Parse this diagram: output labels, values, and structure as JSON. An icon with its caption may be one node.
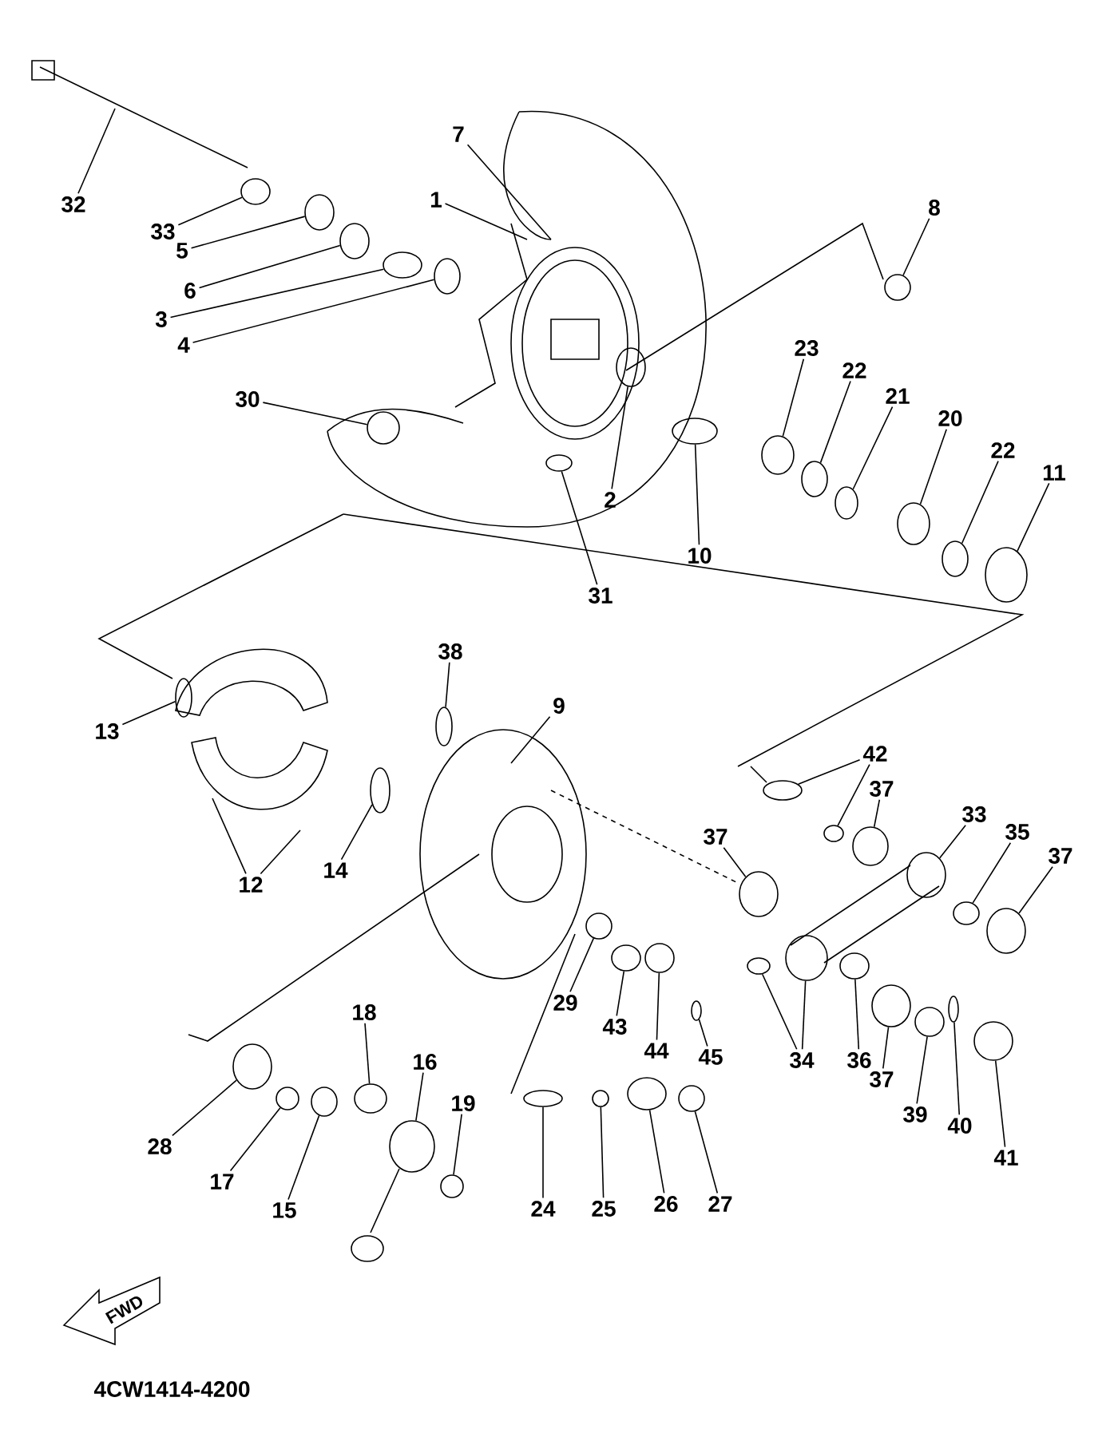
{
  "diagram": {
    "nodes": [
      {
        "text": [
          "1"
        ]
      },
      {
        "text": [
          "7"
        ]
      },
      {
        "text": [
          "32"
        ]
      },
      {
        "text": [
          "33"
        ]
      },
      {
        "text": [
          "5"
        ]
      },
      {
        "text": [
          "6"
        ]
      },
      {
        "text": [
          "3"
        ]
      },
      {
        "text": [
          "4"
        ]
      },
      {
        "text": [
          "8"
        ]
      },
      {
        "text": [
          "23"
        ]
      },
      {
        "text": [
          "22"
        ]
      },
      {
        "text": [
          "21"
        ]
      },
      {
        "text": [
          "20"
        ]
      },
      {
        "text": [
          "22"
        ]
      },
      {
        "text": [
          "11"
        ]
      },
      {
        "text": [
          "30"
        ]
      },
      {
        "text": [
          "2"
        ]
      },
      {
        "text": [
          "10"
        ]
      },
      {
        "text": [
          "31"
        ]
      },
      {
        "text": [
          "38"
        ]
      },
      {
        "text": [
          "9"
        ]
      },
      {
        "text": [
          "42"
        ]
      },
      {
        "text": [
          "37"
        ]
      },
      {
        "text": [
          "33"
        ]
      },
      {
        "text": [
          "35"
        ]
      },
      {
        "text": [
          "37"
        ]
      },
      {
        "text": [
          "37"
        ]
      },
      {
        "text": [
          "13"
        ]
      },
      {
        "text": [
          "12"
        ]
      },
      {
        "text": [
          "14"
        ]
      },
      {
        "text": [
          "29"
        ]
      },
      {
        "text": [
          "43"
        ]
      },
      {
        "text": [
          "44"
        ]
      },
      {
        "text": [
          "45"
        ]
      },
      {
        "text": [
          "34"
        ]
      },
      {
        "text": [
          "36"
        ]
      },
      {
        "text": [
          "37"
        ]
      },
      {
        "text": [
          "39"
        ]
      },
      {
        "text": [
          "40"
        ]
      },
      {
        "text": [
          "41"
        ]
      },
      {
        "text": [
          "18"
        ]
      },
      {
        "text": [
          "16"
        ]
      },
      {
        "text": [
          "19"
        ]
      },
      {
        "text": [
          "28"
        ]
      },
      {
        "text": [
          "17"
        ]
      },
      {
        "text": [
          "15"
        ]
      },
      {
        "text": [
          "24"
        ]
      },
      {
        "text": [
          "25"
        ]
      },
      {
        "text": [
          "26"
        ]
      },
      {
        "text": [
          "27"
        ]
      },
      {
        "text": [],
        "shape": "circle"
      },
      {
        "text": [],
        "shape": "circle"
      },
      {
        "text": [],
        "shape": "circle"
      },
      {
        "text": [],
        "shape": "circle"
      },
      {
        "text": [],
        "shape": "circle"
      },
      {
        "text": [],
        "shape": "circle"
      },
      {
        "text": [],
        "shape": "circle"
      },
      {
        "text": [],
        "shape": "circle"
      },
      {
        "text": [],
        "shape": "circle"
      },
      {
        "text": [],
        "shape": "circle"
      },
      {
        "text": [],
        "shape": "circle"
      },
      {
        "text": [],
        "shape": "circle"
      },
      {
        "text": [],
        "shape": "circle"
      },
      {
        "text": [],
        "shape": "circle"
      },
      {
        "text": [],
        "shape": "circle"
      },
      {
        "text": [],
        "shape": "circle"
      },
      {
        "text": [],
        "shape": "circle"
      },
      {
        "text": [],
        "shape": "circle"
      },
      {
        "text": [],
        "shape": "circle"
      },
      {
        "text": [],
        "shape": "circle"
      },
      {
        "text": [],
        "shape": "circle"
      },
      {
        "text": [],
        "shape": "circle"
      },
      {
        "text": [],
        "shape": "circle"
      },
      {
        "text": [],
        "shape": "circle"
      },
      {
        "text": [],
        "shape": "circle"
      },
      {
        "text": [],
        "shape": "circle"
      },
      {
        "text": [],
        "shape": "circle"
      },
      {
        "text": [],
        "shape": "circle"
      },
      {
        "text": [],
        "shape": "circle"
      },
      {
        "text": [],
        "shape": "circle"
      },
      {
        "text": [],
        "shape": "circle"
      },
      {
        "text": [],
        "shape": "circle"
      },
      {
        "text": [],
        "shape": "circle"
      },
      {
        "text": [],
        "shape": "circle"
      },
      {
        "text": [],
        "shape": "circle"
      },
      {
        "text": [],
        "shape": "circle"
      },
      {
        "text": [],
        "shape": "circle"
      },
      {
        "text": [],
        "shape": "circle"
      },
      {
        "text": [],
        "shape": "circle"
      },
      {
        "text": [],
        "shape": "circle"
      },
      {
        "text": [],
        "shape": "circle"
      },
      {
        "text": [],
        "shape": "circle"
      },
      {
        "text": [],
        "shape": "circle"
      },
      {
        "text": [],
        "shape": "circle"
      },
      {
        "text": [],
        "shape": "circle"
      },
      {
        "text": [],
        "shape": "circle"
      },
      {
        "text": [],
        "shape": "circle"
      }
    ],
    "edges": [
      {
        "from": 0,
        "to": null,
        "arrow": "none"
      },
      {
        "from": 1,
        "to": null,
        "arrow": "none"
      },
      {
        "from": 2,
        "to": null,
        "arrow": "none"
      },
      {
        "from": 3,
        "to": 50,
        "arrow": "none"
      },
      {
        "from": 4,
        "to": 51,
        "arrow": "none"
      },
      {
        "from": 5,
        "to": 52,
        "arrow": "none"
      },
      {
        "from": 6,
        "to": 53,
        "arrow": "none"
      },
      {
        "from": 7,
        "to": 54,
        "arrow": "none"
      },
      {
        "from": 8,
        "to": 55,
        "arrow": "none"
      },
      {
        "from": 9,
        "to": 56,
        "arrow": "none"
      },
      {
        "from": 10,
        "to": 57,
        "arrow": "none"
      },
      {
        "from": 11,
        "to": 58,
        "arrow": "none"
      },
      {
        "from": 12,
        "to": 59,
        "arrow": "none"
      },
      {
        "from": 13,
        "to": 60,
        "arrow": "none"
      },
      {
        "from": 14,
        "to": 61,
        "arrow": "none"
      },
      {
        "from": 15,
        "to": 62,
        "arrow": "none"
      },
      {
        "from": 16,
        "to": 63,
        "arrow": "none"
      },
      {
        "from": 17,
        "to": 64,
        "arrow": "none"
      },
      {
        "from": 18,
        "to": 65,
        "arrow": "none"
      },
      {
        "from": 19,
        "to": 66,
        "arrow": "none"
      },
      {
        "from": 20,
        "to": null,
        "arrow": "none"
      },
      {
        "from": 21,
        "to": 67,
        "arrow": "none"
      },
      {
        "from": 21,
        "to": 68,
        "arrow": "none"
      },
      {
        "from": 22,
        "to": 69,
        "arrow": "none"
      },
      {
        "from": 23,
        "to": 70,
        "arrow": "none"
      },
      {
        "from": 24,
        "to": 71,
        "arrow": "none"
      },
      {
        "from": 25,
        "to": 72,
        "arrow": "none"
      },
      {
        "from": 26,
        "to": 73,
        "arrow": "none"
      },
      {
        "from": 27,
        "to": 74,
        "arrow": "none"
      },
      {
        "from": 28,
        "to": null,
        "arrow": "none"
      },
      {
        "from": 28,
        "to": null,
        "arrow": "none"
      },
      {
        "from": 29,
        "to": 75,
        "arrow": "none"
      },
      {
        "from": 30,
        "to": 76,
        "arrow": "none"
      },
      {
        "from": 31,
        "to": 77,
        "arrow": "none"
      },
      {
        "from": 32,
        "to": 78,
        "arrow": "none"
      },
      {
        "from": 33,
        "to": 79,
        "arrow": "none"
      },
      {
        "from": 34,
        "to": 80,
        "arrow": "none"
      },
      {
        "from": 34,
        "to": 81,
        "arrow": "none"
      },
      {
        "from": 35,
        "to": 82,
        "arrow": "none"
      },
      {
        "from": 36,
        "to": 83,
        "arrow": "none"
      },
      {
        "from": 37,
        "to": 84,
        "arrow": "none"
      },
      {
        "from": 38,
        "to": 85,
        "arrow": "none"
      },
      {
        "from": 39,
        "to": 86,
        "arrow": "none"
      },
      {
        "from": 40,
        "to": 87,
        "arrow": "none"
      },
      {
        "from": 41,
        "to": 88,
        "arrow": "none"
      },
      {
        "from": 42,
        "to": 89,
        "arrow": "none"
      },
      {
        "from": 43,
        "to": 90,
        "arrow": "none"
      },
      {
        "from": 44,
        "to": 91,
        "arrow": "none"
      },
      {
        "from": 45,
        "to": 92,
        "arrow": "none"
      },
      {
        "from": 46,
        "to": 93,
        "arrow": "none"
      },
      {
        "from": 47,
        "to": 94,
        "arrow": "none"
      },
      {
        "from": 48,
        "to": 95,
        "arrow": "none"
      },
      {
        "from": 49,
        "to": 96,
        "arrow": "none"
      }
    ],
    "labels": [
      "FWD",
      "4CW1414-4200"
    ]
  }
}
